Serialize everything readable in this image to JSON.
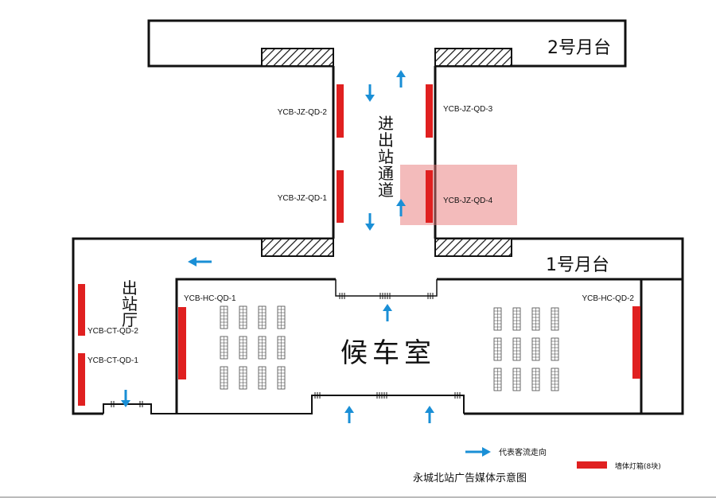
{
  "platforms": {
    "platform_2": "2号月台",
    "platform_1": "1号月台"
  },
  "passage_label": [
    "进",
    "出",
    "站",
    "通",
    "道"
  ],
  "exit_hall_label": [
    "出",
    "站",
    "厅"
  ],
  "waiting_room": "候车室",
  "ad_slots": {
    "jz_qd_1": "YCB-JZ-QD-1",
    "jz_qd_2": "YCB-JZ-QD-2",
    "jz_qd_3": "YCB-JZ-QD-3",
    "jz_qd_4": "YCB-JZ-QD-4",
    "hc_qd_1": "YCB-HC-QD-1",
    "hc_qd_2": "YCB-HC-QD-2",
    "ct_qd_1": "YCB-CT-QD-1",
    "ct_qd_2": "YCB-CT-QD-2"
  },
  "legend": {
    "flow_label": "代表客流走向",
    "lightbox_label": "墙体灯箱(8块)"
  },
  "caption": "永城北站广告媒体示意图",
  "colors": {
    "wall": "#111111",
    "lightbox": "#e02020",
    "flow_arrow": "#1a8fd6",
    "highlight": "rgba(232,120,120,0.5)",
    "footer_line": "#bbbbbb"
  }
}
